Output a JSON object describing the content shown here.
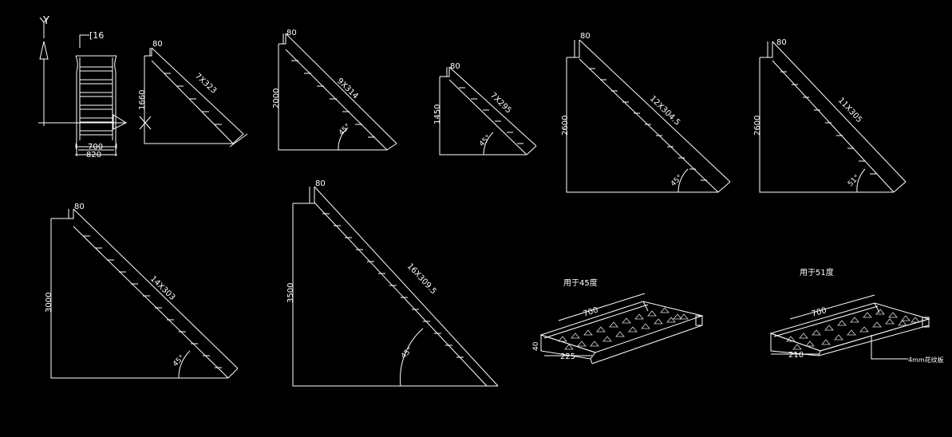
{
  "colors": {
    "background": "#000000",
    "line": "#ffffff"
  },
  "side_view": {
    "axis_label": "Y",
    "channel_label": "[16",
    "inner_width": "700",
    "outer_width": "820"
  },
  "stairs": [
    {
      "top": "80",
      "height": "1660",
      "steps": "7X323",
      "angle": ""
    },
    {
      "top": "80",
      "height": "2000",
      "steps": "9X314",
      "angle": "45°"
    },
    {
      "top": "80",
      "height": "1450",
      "steps": "7X295",
      "angle": "45°"
    },
    {
      "top": "80",
      "height": "2600",
      "steps": "12X304.5",
      "angle": "45°"
    },
    {
      "top": "80",
      "height": "2600",
      "steps": "11X305",
      "angle": "51°"
    },
    {
      "top": "80",
      "height": "3000",
      "steps": "14X303",
      "angle": "45°"
    },
    {
      "top": "80",
      "height": "3500",
      "steps": "16X309.5",
      "angle": "45°"
    }
  ],
  "tread_details": [
    {
      "title": "用于45度",
      "length": "700",
      "depth": "225",
      "thickness": "40",
      "note": ""
    },
    {
      "title": "用于51度",
      "length": "700",
      "depth": "210",
      "thickness": "",
      "note": "4mm花纹板"
    }
  ]
}
